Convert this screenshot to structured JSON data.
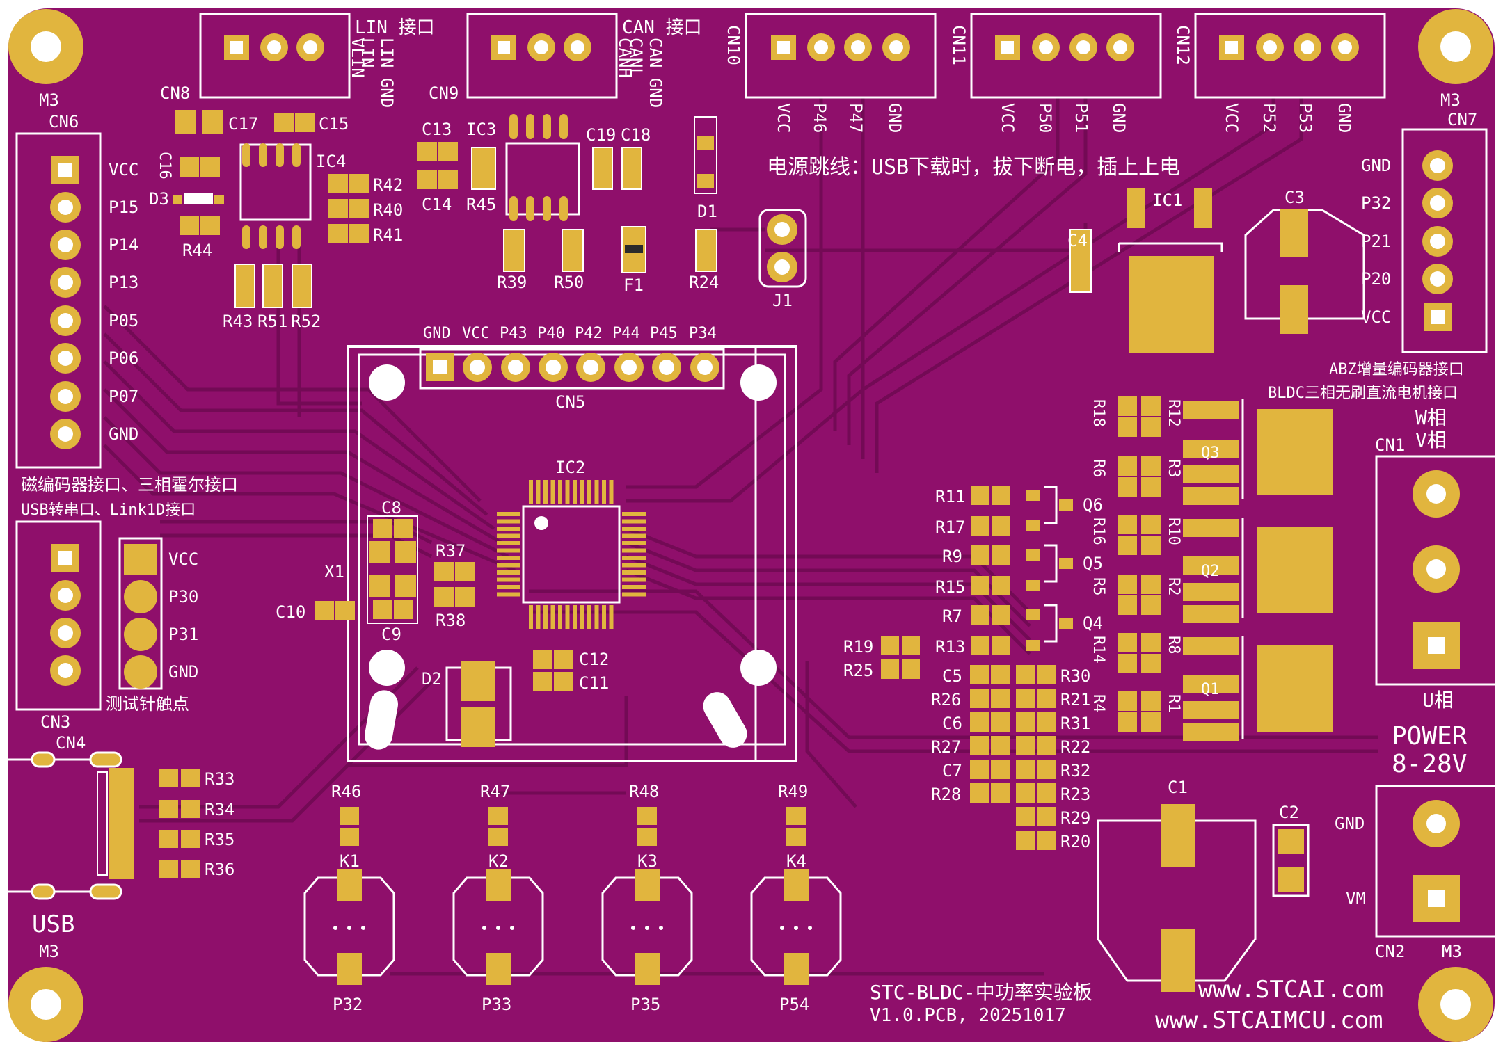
{
  "board": {
    "colors": {
      "pcb": "#8f0f6b",
      "trace": "#7d0a5d",
      "silk": "#ffffff",
      "pad": "#e1b53e",
      "pad_dark": "#b58a22"
    },
    "title": "STC-BLDC-中功率实验板",
    "version": "V1.0.PCB, 20251017",
    "website1": "www.STCAI.com",
    "website2": "www.STCAIMCU.com",
    "power_title": "POWER",
    "power_range": "8-28V",
    "usb_label": "USB",
    "jumper_note": "电源跳线：USB下载时，拔下断电，插上上电",
    "mag_note": "磁编码器接口、三相霍尔接口",
    "serial_note": "USB转串口、Link1D接口",
    "probe_note": "测试针触点",
    "abz_note": "ABZ增量编码器接口",
    "bldc_note": "BLDC三相无刷直流电机接口",
    "mount_label": "M3",
    "phase_w": "W相",
    "phase_v": "V相",
    "phase_u": "U相"
  },
  "connectors": {
    "lin": {
      "title": "LIN 接口",
      "pins": [
        "LIN GND",
        "LIN",
        "VLIN"
      ]
    },
    "can": {
      "title": "CAN 接口",
      "pins": [
        "CAN GND",
        "CANL",
        "CANH"
      ]
    },
    "cn10": {
      "ref": "CN10",
      "pins": [
        "VCC",
        "P46",
        "P47",
        "GND"
      ]
    },
    "cn11": {
      "ref": "CN11",
      "pins": [
        "VCC",
        "P50",
        "P51",
        "GND"
      ]
    },
    "cn12": {
      "ref": "CN12",
      "pins": [
        "VCC",
        "P52",
        "P53",
        "GND"
      ]
    },
    "cn6": {
      "ref": "CN6",
      "pins": [
        "VCC",
        "P15",
        "P14",
        "P13",
        "P05",
        "P06",
        "P07",
        "GND"
      ]
    },
    "cn7": {
      "ref": "CN7",
      "pins": [
        "GND",
        "P32",
        "P21",
        "P20",
        "VCC"
      ]
    },
    "cn5": {
      "ref": "CN5",
      "pins": [
        "GND",
        "VCC",
        "P43",
        "P40",
        "P42",
        "P44",
        "P45",
        "P34"
      ]
    },
    "cn3": {
      "ref": "CN3",
      "pins": [
        "VCC",
        "P30",
        "P31",
        "GND"
      ]
    },
    "cn2": {
      "ref": "CN2",
      "pins": [
        "GND",
        "VM"
      ]
    },
    "cn1": {
      "ref": "CN1"
    },
    "cn4": {
      "ref": "CN4"
    },
    "cn8": {
      "ref": "CN8"
    },
    "cn9": {
      "ref": "CN9"
    }
  },
  "parts": {
    "C17": "C17",
    "C15": "C15",
    "C16": "C16",
    "D3": "D3",
    "IC4": "IC4",
    "R44": "R44",
    "R42": "R42",
    "R40": "R40",
    "R41": "R41",
    "R43": "R43",
    "R51": "R51",
    "R52": "R52",
    "C13": "C13",
    "C14": "C14",
    "IC3": "IC3",
    "R45": "R45",
    "C19": "C19",
    "C18": "C18",
    "R39": "R39",
    "R50": "R50",
    "F1": "F1",
    "D1": "D1",
    "R24": "R24",
    "J1": "J1",
    "IC1": "IC1",
    "C3": "C3",
    "C4": "C4",
    "IC2": "IC2",
    "C8": "C8",
    "C9": "C9",
    "C10": "C10",
    "X1": "X1",
    "R37": "R37",
    "R38": "R38",
    "D2": "D2",
    "C12": "C12",
    "C11": "C11",
    "R33": "R33",
    "R34": "R34",
    "R35": "R35",
    "R36": "R36",
    "R46": "R46",
    "R47": "R47",
    "R48": "R48",
    "R49": "R49",
    "K1": "K1",
    "K2": "K2",
    "K3": "K3",
    "K4": "K4",
    "P32": "P32",
    "P33": "P33",
    "P35": "P35",
    "P54": "P54",
    "R11": "R11",
    "R17": "R17",
    "R9": "R9",
    "R15": "R15",
    "R7": "R7",
    "R13": "R13",
    "R19": "R19",
    "R25": "R25",
    "Q6": "Q6",
    "Q5": "Q5",
    "Q4": "Q4",
    "R18": "R18",
    "R12": "R12",
    "R6": "R6",
    "R3": "R3",
    "R16": "R16",
    "R10": "R10",
    "R5": "R5",
    "R2": "R2",
    "R14": "R14",
    "R8": "R8",
    "R4": "R4",
    "R1": "R1",
    "Q3": "Q3",
    "Q2": "Q2",
    "Q1": "Q1",
    "C5": "C5",
    "R26": "R26",
    "C6": "C6",
    "R27": "R27",
    "C7": "C7",
    "R28": "R28",
    "R30": "R30",
    "R21": "R21",
    "R31": "R31",
    "R22": "R22",
    "R32": "R32",
    "R23": "R23",
    "R29": "R29",
    "R20": "R20",
    "C1": "C1",
    "C2": "C2"
  }
}
